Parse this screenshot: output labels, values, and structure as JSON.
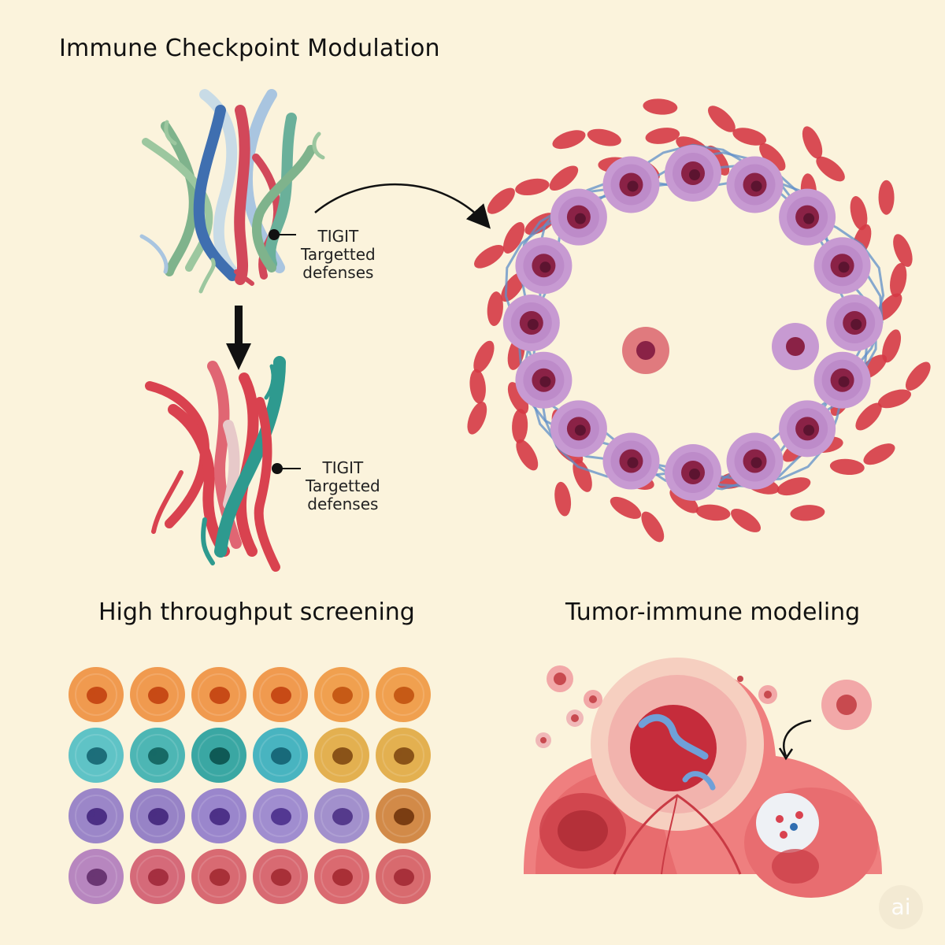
{
  "title": "Immune Checkpoint Modulation",
  "protein_top": {
    "callout_name": "TIGIT",
    "callout_line1": "Targetted",
    "callout_line2": "defenses",
    "colors": [
      "#7fb38c",
      "#6ab09a",
      "#3f6fb0",
      "#c8dbe6",
      "#d2485a"
    ]
  },
  "protein_bottom": {
    "callout_name": "TIGIT",
    "callout_line1": "Targetted",
    "callout_line2": "defenses",
    "colors": [
      "#d9424f",
      "#2e9a8f",
      "#e7c9c9"
    ]
  },
  "sections": {
    "hts_title": "High throughput screening",
    "tim_title": "Tumor-immune modeling"
  },
  "screening_grid": {
    "rows": [
      [
        "#f09a4f",
        "#f09a4f",
        "#f09a4f",
        "#f09a4f",
        "#f0a04f",
        "#f0a04f"
      ],
      [
        "#5fc3c6",
        "#4db6b4",
        "#3aa7a3",
        "#48b4c0",
        "#e3b050",
        "#e3b050"
      ],
      [
        "#9b86c8",
        "#9783c6",
        "#9a86cc",
        "#a08dcf",
        "#a290cc",
        "#d28a48"
      ],
      [
        "#b786bf",
        "#d56a79",
        "#d86a72",
        "#d86a72",
        "#da6a70",
        "#d86a6e"
      ]
    ],
    "nucleus_colors": [
      [
        "#c74a16",
        "#c74a16",
        "#c74a16",
        "#c74a16",
        "#c65a16",
        "#c65a16"
      ],
      [
        "#1d6e7a",
        "#176a66",
        "#0f5a56",
        "#186a7a",
        "#8a5318",
        "#8a5318"
      ],
      [
        "#4c2f85",
        "#4a2e82",
        "#4d3188",
        "#533892",
        "#553a8c",
        "#7a3d12"
      ],
      [
        "#6a3673",
        "#a52f40",
        "#a83038",
        "#a83038",
        "#a92f36",
        "#a8303a"
      ]
    ]
  },
  "watermark": "ai"
}
